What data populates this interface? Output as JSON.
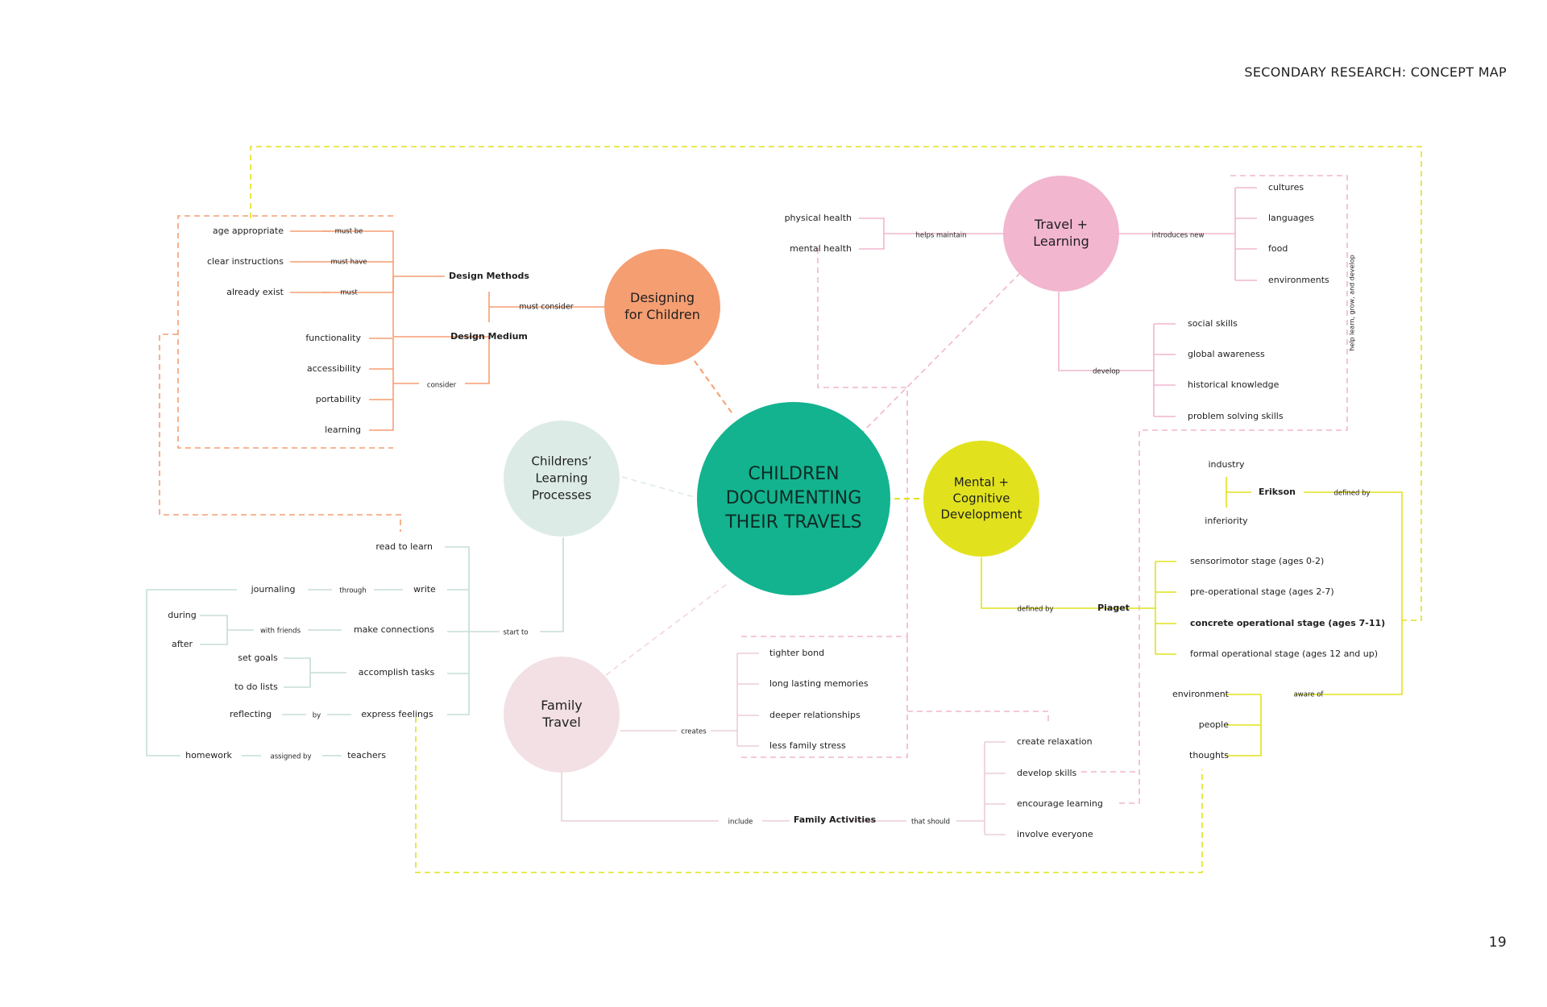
{
  "header": {
    "title": "SECONDARY RESEARCH:  CONCEPT MAP",
    "page_number": "19"
  },
  "colors": {
    "orange": "#f59e72",
    "teal": "#13b38f",
    "pink": "#f2b6cf",
    "yellow": "#e1e21d",
    "mint": "#dcebe5",
    "blush": "#f2e0e4",
    "text": "#1f1f1f"
  },
  "nodes": {
    "center": [
      "CHILDREN",
      "DOCUMENTING",
      "THEIR TRAVELS"
    ],
    "designing": [
      "Designing",
      "for Children"
    ],
    "travel": [
      "Travel +",
      "Learning"
    ],
    "mental": [
      "Mental +",
      "Cognitive",
      "Development"
    ],
    "childrens": [
      "Childrens’",
      "Learning",
      "Processes"
    ],
    "family": [
      "Family",
      "Travel"
    ]
  },
  "design": {
    "methods": "Design Methods",
    "medium": "Design Medium",
    "must_consider": "must consider",
    "consider": "consider",
    "method_items": [
      {
        "label": "age appropriate",
        "link": "must be"
      },
      {
        "label": "clear instructions",
        "link": "must have"
      },
      {
        "label": "already exist",
        "link": "must"
      }
    ],
    "medium_items": [
      "functionality",
      "accessibility",
      "portability",
      "learning"
    ]
  },
  "travel": {
    "helps_maintain": "helps maintain",
    "health": [
      "physical health",
      "mental health"
    ],
    "introduces_new": "introduces new",
    "new_items": [
      "cultures",
      "languages",
      "food",
      "environments"
    ],
    "develop": "develop",
    "develop_items": [
      "social skills",
      "global awareness",
      "historical knowledge",
      "problem solving skills"
    ],
    "vertical_note": "help learn, grow, and develop"
  },
  "mental": {
    "industry": "industry",
    "inferiority": "inferiority",
    "erikson": "Erikson",
    "defined_by": "defined by",
    "piaget": "Piaget",
    "stages": [
      "sensorimotor stage (ages 0-2)",
      "pre-operational stage (ages 2-7)",
      "concrete operational stage (ages 7-11)",
      "formal operational stage (ages 12 and up)"
    ],
    "aware_of": "aware of",
    "aware_items": [
      "environment",
      "people",
      "thoughts"
    ]
  },
  "learning": {
    "start_to": "start to",
    "read_to_learn": "read to learn",
    "journaling": "journaling",
    "through": "through",
    "write": "write",
    "during": "during",
    "after": "after",
    "with_friends": "with friends",
    "make_connections": "make connections",
    "set_goals": "set goals",
    "to_do_lists": "to do lists",
    "accomplish_tasks": "accomplish tasks",
    "reflecting": "reflecting",
    "by": "by",
    "express_feelings": "express feelings",
    "homework": "homework",
    "assigned_by": "assigned by",
    "teachers": "teachers"
  },
  "family": {
    "creates": "creates",
    "creates_items": [
      "tighter bond",
      "long lasting memories",
      "deeper relationships",
      "less family stress"
    ],
    "include": "include",
    "activities": "Family Activities",
    "that_should": "that should",
    "should_items": [
      "create relaxation",
      "develop skills",
      "encourage learning",
      "involve everyone"
    ]
  }
}
